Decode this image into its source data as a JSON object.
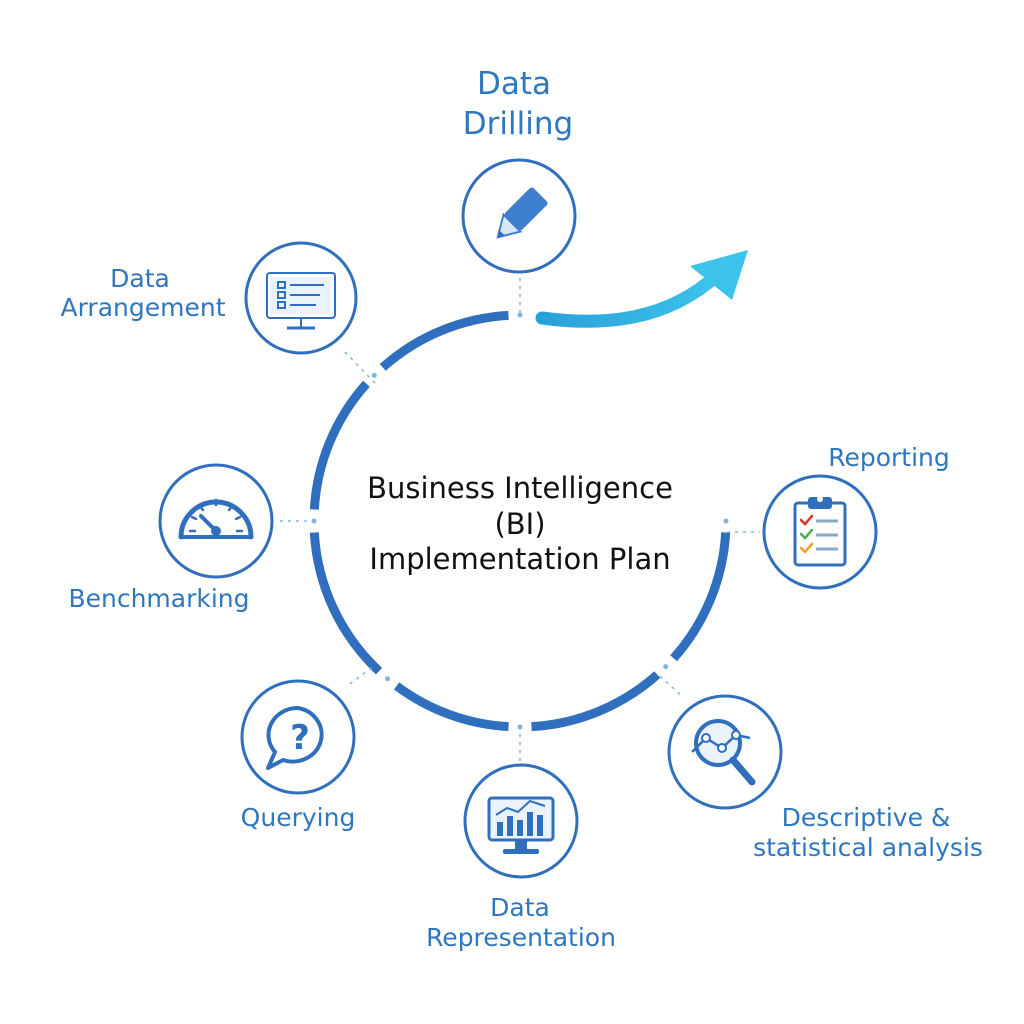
{
  "center": {
    "line1": "Business Intelligence",
    "line2": "(BI)",
    "line3": "Implementation Plan"
  },
  "steps": {
    "data_drilling": {
      "line1": "Data",
      "line2": "Drilling",
      "icon": "pencil-icon"
    },
    "reporting": {
      "line1": "Reporting",
      "icon": "clipboard-checklist-icon"
    },
    "descriptive_analysis": {
      "line1": "Descriptive &",
      "line2": "statistical analysis",
      "icon": "magnifier-chart-icon"
    },
    "data_representation": {
      "line1": "Data",
      "line2": "Representation",
      "icon": "monitor-bar-chart-icon"
    },
    "querying": {
      "line1": "Querying",
      "icon": "question-bubble-icon"
    },
    "benchmarking": {
      "line1": "Benchmarking",
      "icon": "gauge-icon"
    },
    "data_arrangement": {
      "line1": "Data",
      "line2": "Arrangement",
      "icon": "monitor-list-icon"
    }
  },
  "colors": {
    "ring": "#2f6fbd",
    "label": "#2f77bd",
    "arrow": "#35b6e0",
    "icon_dark": "#2f6fbd",
    "icon_light": "#5aa3de"
  }
}
